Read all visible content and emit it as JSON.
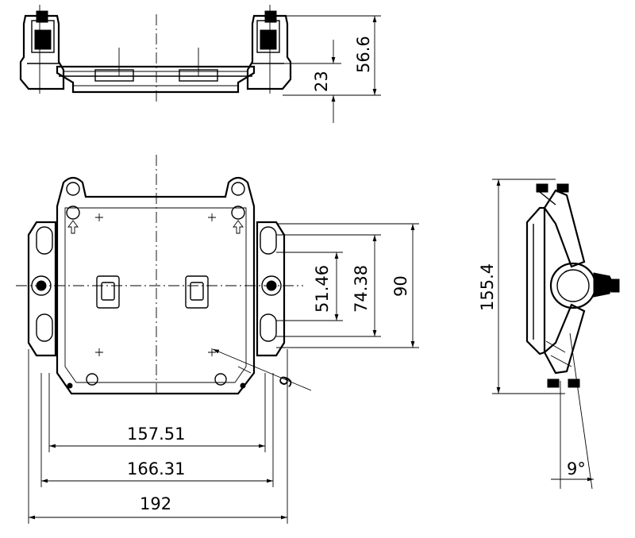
{
  "dimensions": {
    "top_height_total": "56.6",
    "top_height_base": "23",
    "spacing_inner": "51.46",
    "spacing_mid": "74.38",
    "spacing_outer": "90",
    "width_inner": "157.51",
    "width_mid": "166.31",
    "width_overall": "192",
    "slot_size": "9",
    "side_height": "155.4",
    "side_angle": "9°"
  }
}
